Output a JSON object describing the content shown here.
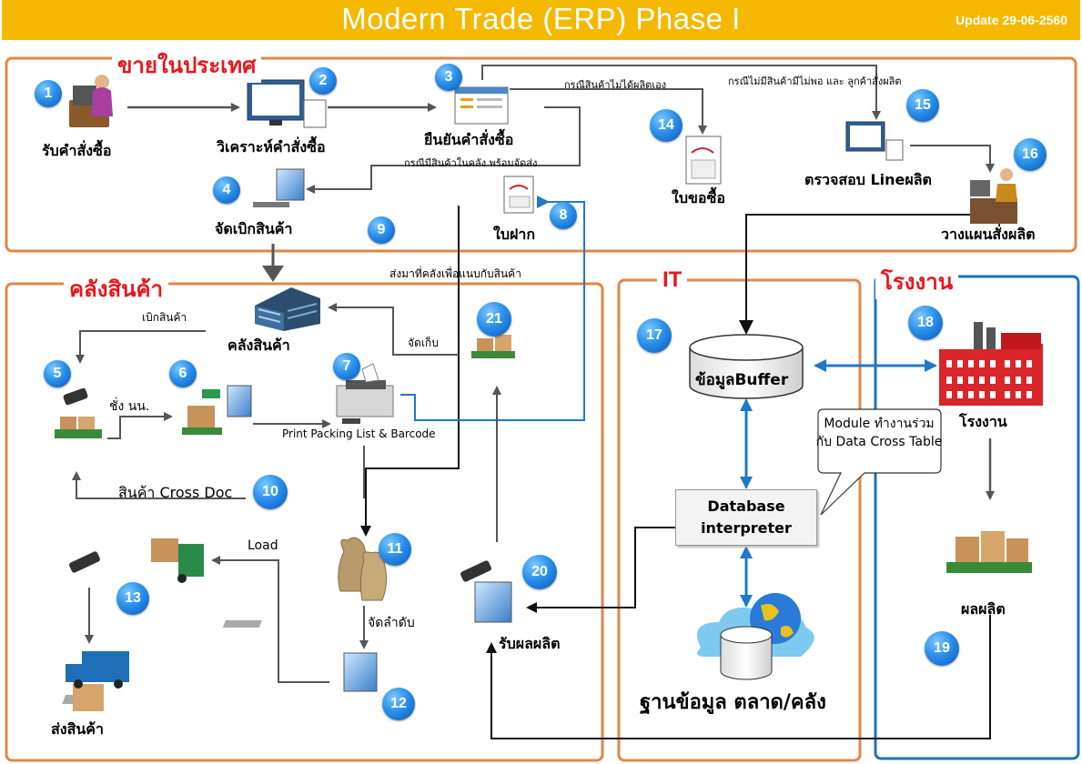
{
  "header": {
    "title": "Modern Trade (ERP) Phase I",
    "update": "Update 29-06-2560"
  },
  "regions": {
    "domestic": "ขายในประเทศ",
    "warehouse": "คลังสินค้า",
    "it": "IT",
    "factory": "โรงงาน"
  },
  "nodes": {
    "n1": "รับคำสั่งซื้อ",
    "n2": "วิเคราะห์คำสั่งซื้อ",
    "n3": "ยืนยันคำสั่งซื้อ",
    "n4": "จัดเบิกสินค้า",
    "n8": "ใบฝาก",
    "n14": "ใบขอซื้อ",
    "n15": "ตรวจสอบ Lineผลิต",
    "n16": "วางแผนสั่งผลิต",
    "warehouse": "คลังสินค้า",
    "n7": "Print Packing List & Barcode",
    "n20": "รับผลผลิต",
    "n13_ship": "ส่งสินค้า",
    "buffer": "ข้อมูลBuffer",
    "dbi": "Database interpreter",
    "db": "ฐานข้อมูล ตลาด/คลัง",
    "factory": "โรงงาน",
    "product": "ผลผลิต"
  },
  "edge_labels": {
    "not_produce": "กรณีสินค้าไม่ได้ผลิตเอง",
    "not_enough": "กรณีไม่มีสินค้ามีไม่พอ และ ลูกค้าสั่งผลิต",
    "in_stock": "กรณีมีสินค้าในคลัง พร้อมจัดส่ง",
    "send_to_wh": "ส่งมาที่คลังเพื่อแนบกับสินค้า",
    "withdraw": "เบิกสินค้า",
    "store": "จัดเก็บ",
    "weigh": "ชั่ง นน.",
    "cross_doc": "สินค้า Cross Doc",
    "load": "Load",
    "sort": "จัดลำดับ"
  },
  "callout": "Module ทำงานร่วม กับ Data Cross Table",
  "numbers": [
    "1",
    "2",
    "3",
    "4",
    "5",
    "6",
    "7",
    "8",
    "9",
    "10",
    "11",
    "12",
    "13",
    "14",
    "15",
    "16",
    "17",
    "18",
    "19",
    "20",
    "21"
  ],
  "colors": {
    "header": "#f5b800",
    "orange_border": "#e0874a",
    "blue_border": "#1e73b8",
    "region_title": "#e8161b",
    "arrow_gray": "#555555",
    "arrow_blue": "#1f78c8"
  }
}
